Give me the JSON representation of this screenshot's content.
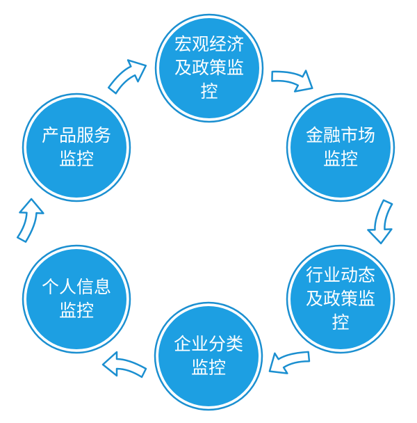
{
  "colors": {
    "fill": "#1d9fe2",
    "stroke": "#1b8fd0"
  },
  "nodes": [
    {
      "id": "macro",
      "lines": [
        "宏观经济",
        "及政策监",
        "控"
      ]
    },
    {
      "id": "finance",
      "lines": [
        "金融市场",
        "监控"
      ]
    },
    {
      "id": "industry",
      "lines": [
        "行业动态",
        "及政策监",
        "控"
      ]
    },
    {
      "id": "enterprise",
      "lines": [
        "企业分类",
        "监控"
      ]
    },
    {
      "id": "personal",
      "lines": [
        "个人信息",
        "监控"
      ]
    },
    {
      "id": "product",
      "lines": [
        "产品服务",
        "监控"
      ]
    }
  ]
}
